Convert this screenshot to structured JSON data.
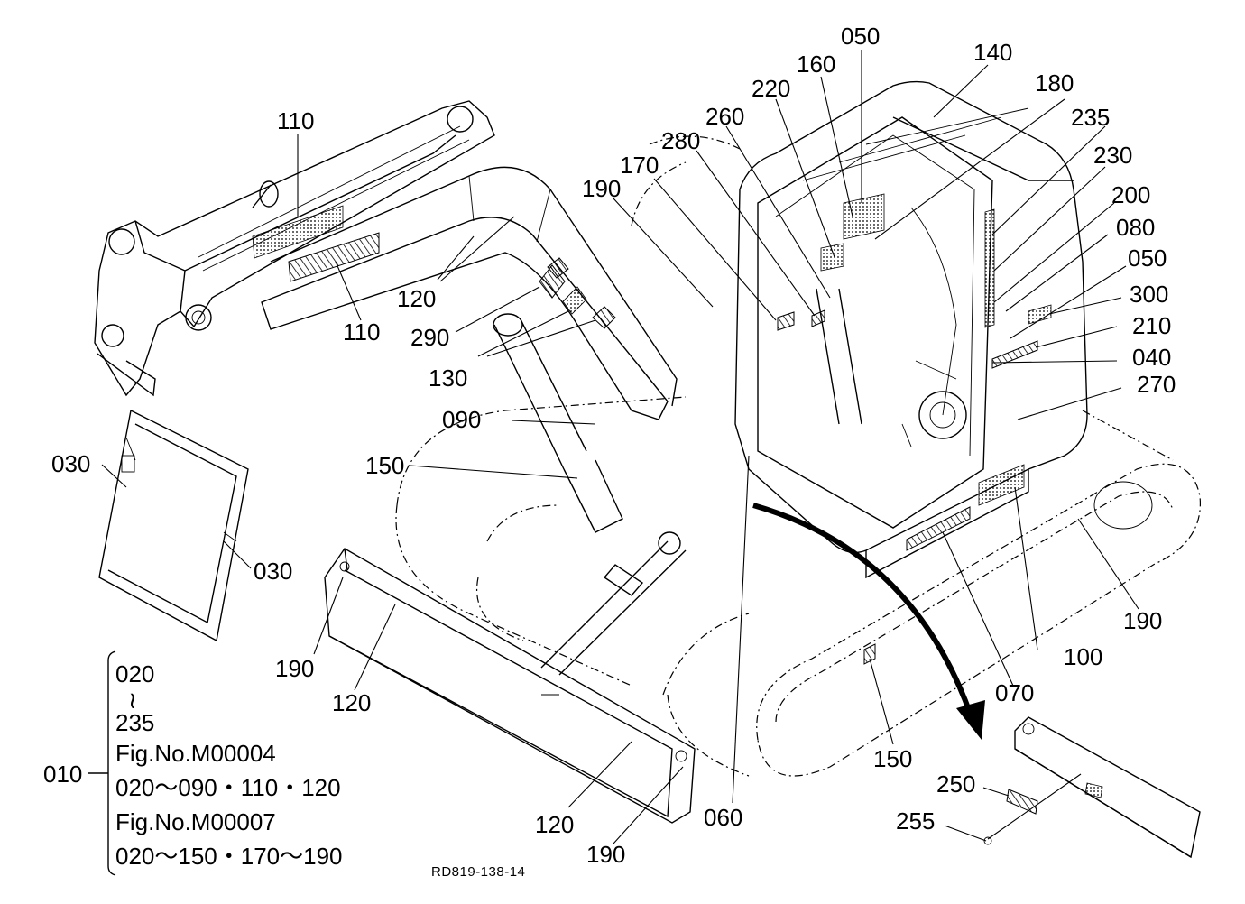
{
  "callouts": [
    {
      "id": "c-110a",
      "text": "110"
    },
    {
      "id": "c-110b",
      "text": "110"
    },
    {
      "id": "c-120a",
      "text": "120"
    },
    {
      "id": "c-290",
      "text": "290"
    },
    {
      "id": "c-130",
      "text": "130"
    },
    {
      "id": "c-090",
      "text": "090"
    },
    {
      "id": "c-150a",
      "text": "150"
    },
    {
      "id": "c-170",
      "text": "170"
    },
    {
      "id": "c-190a",
      "text": "190"
    },
    {
      "id": "c-280",
      "text": "280"
    },
    {
      "id": "c-260",
      "text": "260"
    },
    {
      "id": "c-220",
      "text": "220"
    },
    {
      "id": "c-160",
      "text": "160"
    },
    {
      "id": "c-050a",
      "text": "050"
    },
    {
      "id": "c-140",
      "text": "140"
    },
    {
      "id": "c-180",
      "text": "180"
    },
    {
      "id": "c-235",
      "text": "235"
    },
    {
      "id": "c-230",
      "text": "230"
    },
    {
      "id": "c-200",
      "text": "200"
    },
    {
      "id": "c-080",
      "text": "080"
    },
    {
      "id": "c-050b",
      "text": "050"
    },
    {
      "id": "c-300",
      "text": "300"
    },
    {
      "id": "c-210",
      "text": "210"
    },
    {
      "id": "c-040",
      "text": "040"
    },
    {
      "id": "c-270",
      "text": "270"
    },
    {
      "id": "c-030a",
      "text": "030"
    },
    {
      "id": "c-030b",
      "text": "030"
    },
    {
      "id": "c-190b",
      "text": "190"
    },
    {
      "id": "c-120b",
      "text": "120"
    },
    {
      "id": "c-120c",
      "text": "120"
    },
    {
      "id": "c-190c",
      "text": "190"
    },
    {
      "id": "c-060",
      "text": "060"
    },
    {
      "id": "c-150b",
      "text": "150"
    },
    {
      "id": "c-070",
      "text": "070"
    },
    {
      "id": "c-100",
      "text": "100"
    },
    {
      "id": "c-190d",
      "text": "190"
    },
    {
      "id": "c-250",
      "text": "250"
    },
    {
      "id": "c-255",
      "text": "255"
    }
  ],
  "legend": {
    "root": "010",
    "lines": [
      "020",
      "≀",
      "235",
      "Fig.No.M00004",
      "020～090・110・120",
      "Fig.No.M00007",
      "020～150・170～190"
    ]
  },
  "footer": "RD819-138-14"
}
